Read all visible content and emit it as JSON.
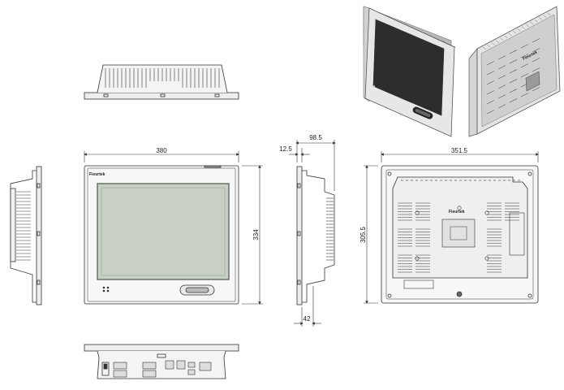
{
  "brand": "Fieurtek",
  "dimensions": {
    "front_width": "380",
    "front_height": "334",
    "side_depth_total": "98.5",
    "side_bezel": "12.5",
    "side_body_depth": "42",
    "back_width": "351.5",
    "back_height": "305.5"
  },
  "colors": {
    "line": "#333333",
    "screen": "#c8d1c4",
    "screen_edge": "#5f6b5f",
    "grey": "#9a9a9a",
    "photo_body": "#bcbcbc",
    "photo_screen": "#2c2c2c"
  }
}
